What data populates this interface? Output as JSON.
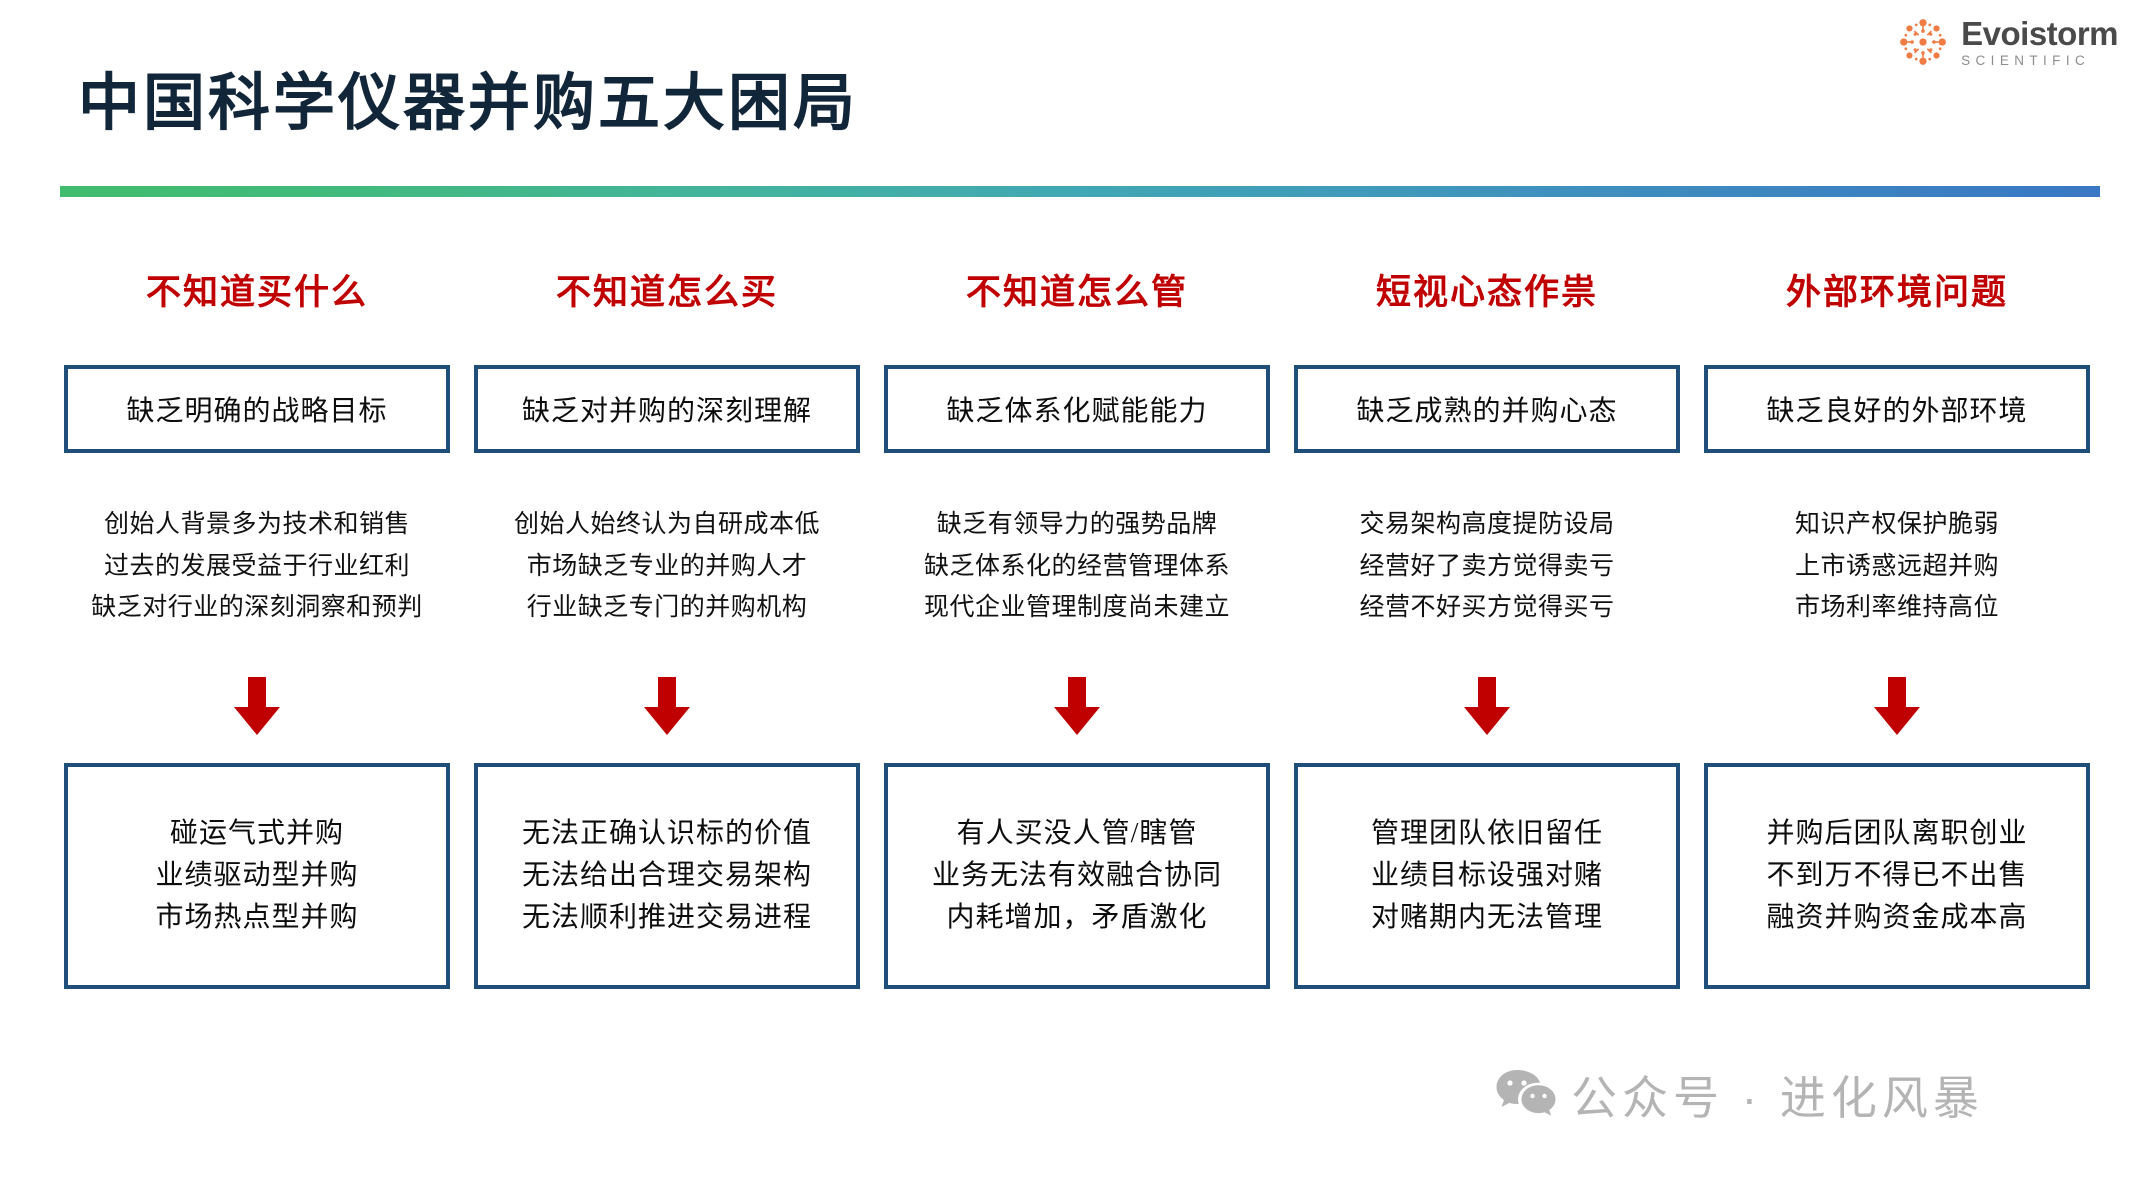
{
  "brand": {
    "name": "Evoistorm",
    "tagline": "SCIENTIFIC",
    "mark_color": "#ef7b45",
    "word_color": "#4a4a4a"
  },
  "header": {
    "title": "中国科学仪器并购五大困局",
    "title_color": "#12263a",
    "rule_gradient_from": "#3fbc6d",
    "rule_gradient_to": "#3a77c4"
  },
  "palette": {
    "header_red": "#c00000",
    "box_border_navy": "#1f4e79",
    "arrow_red": "#c00000",
    "watermark_gray": "#b4b4b4"
  },
  "columns": [
    {
      "header": "不知道买什么",
      "problem": "缺乏明确的战略目标",
      "causes": [
        "创始人背景多为技术和销售",
        "过去的发展受益于行业红利",
        "缺乏对行业的深刻洞察和预判"
      ],
      "arrow": "down-arrow-icon",
      "outcomes": [
        "碰运气式并购",
        "业绩驱动型并购",
        "市场热点型并购"
      ]
    },
    {
      "header": "不知道怎么买",
      "problem": "缺乏对并购的深刻理解",
      "causes": [
        "创始人始终认为自研成本低",
        "市场缺乏专业的并购人才",
        "行业缺乏专门的并购机构"
      ],
      "arrow": "down-arrow-icon",
      "outcomes": [
        "无法正确认识标的价值",
        "无法给出合理交易架构",
        "无法顺利推进交易进程"
      ]
    },
    {
      "header": "不知道怎么管",
      "problem": "缺乏体系化赋能能力",
      "causes": [
        "缺乏有领导力的强势品牌",
        "缺乏体系化的经营管理体系",
        "现代企业管理制度尚未建立"
      ],
      "arrow": "down-arrow-icon",
      "outcomes": [
        "有人买没人管/瞎管",
        "业务无法有效融合协同",
        "内耗增加，矛盾激化"
      ]
    },
    {
      "header": "短视心态作祟",
      "problem": "缺乏成熟的并购心态",
      "causes": [
        "交易架构高度提防设局",
        "经营好了卖方觉得卖亏",
        "经营不好买方觉得买亏"
      ],
      "arrow": "down-arrow-icon",
      "outcomes": [
        "管理团队依旧留任",
        "业绩目标设强对赌",
        "对赌期内无法管理"
      ]
    },
    {
      "header": "外部环境问题",
      "problem": "缺乏良好的外部环境",
      "causes": [
        "知识产权保护脆弱",
        "上市诱惑远超并购",
        "市场利率维持高位"
      ],
      "arrow": "down-arrow-icon",
      "outcomes": [
        "并购后团队离职创业",
        "不到万不得已不出售",
        "融资并购资金成本高"
      ]
    }
  ],
  "watermark": {
    "icon": "wechat-icon",
    "text": "公众号 · 进化风暴"
  }
}
